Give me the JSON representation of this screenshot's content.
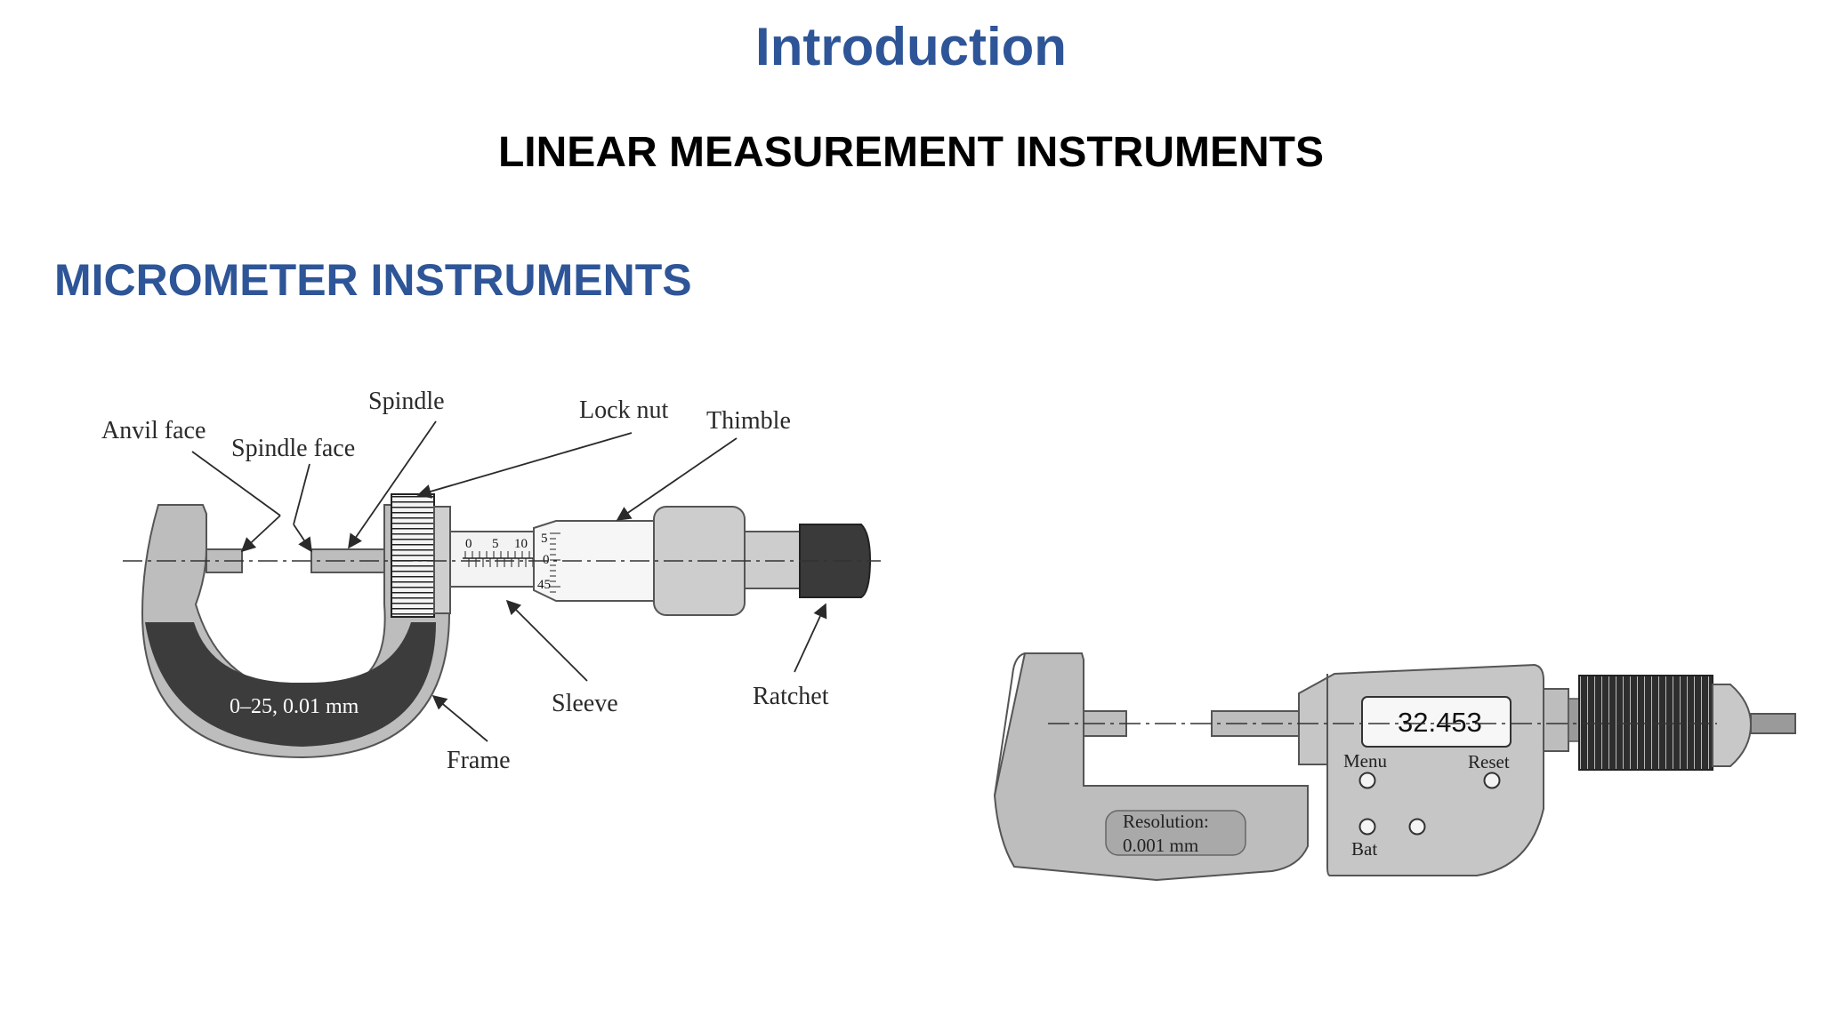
{
  "title": "Introduction",
  "subtitle": "LINEAR MEASUREMENT INSTRUMENTS",
  "section_heading": "MICROMETER INSTRUMENTS",
  "colors": {
    "heading_blue": "#2E5597",
    "body_gray": "#bdbdbd",
    "dark_band": "#3c3c3c"
  },
  "analog_micrometer": {
    "labels": {
      "anvil_face": "Anvil face",
      "spindle_face": "Spindle face",
      "spindle": "Spindle",
      "lock_nut": "Lock nut",
      "thimble": "Thimble",
      "sleeve": "Sleeve",
      "ratchet": "Ratchet",
      "frame": "Frame"
    },
    "frame_marking": "0–25, 0.01 mm",
    "sleeve_scale": [
      "0",
      "5",
      "10"
    ],
    "thimble_scale": [
      "5",
      "0",
      "45"
    ]
  },
  "digital_micrometer": {
    "display_value": "32.453",
    "buttons": {
      "menu": "Menu",
      "reset": "Reset",
      "bat": "Bat"
    },
    "resolution_line1": "Resolution:",
    "resolution_line2": "0.001 mm"
  }
}
